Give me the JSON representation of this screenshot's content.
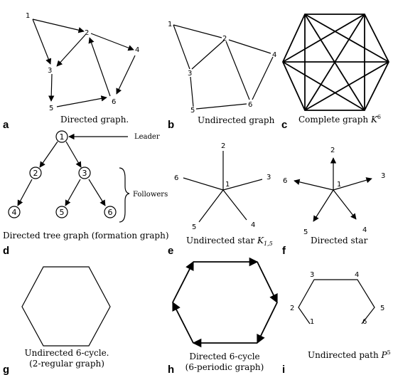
{
  "panels": {
    "a": {
      "letter": "a",
      "caption": "Directed graph.",
      "nodes": [
        "1",
        "2",
        "3",
        "4",
        "5",
        "6"
      ]
    },
    "b": {
      "letter": "b",
      "caption": "Undirected graph",
      "nodes": [
        "1",
        "2",
        "3",
        "4",
        "5",
        "6"
      ]
    },
    "c": {
      "letter": "c",
      "caption_prefix": "Complete graph ",
      "caption_math": "K",
      "caption_sup": "6"
    },
    "d": {
      "letter": "d",
      "caption": "Directed tree graph (formation graph)",
      "leader_label": "Leader",
      "followers_label": "Followers",
      "nodes": [
        "1",
        "2",
        "3",
        "4",
        "5",
        "6"
      ]
    },
    "e": {
      "letter": "e",
      "caption_prefix": "Undirected star ",
      "caption_math": "K",
      "caption_sub": "1,5",
      "nodes": [
        "1",
        "2",
        "3",
        "4",
        "5",
        "6"
      ]
    },
    "f": {
      "letter": "f",
      "caption": "Directed star",
      "nodes": [
        "1",
        "2",
        "3",
        "4",
        "5",
        "6"
      ]
    },
    "g": {
      "letter": "g",
      "caption_line1": "Undirected 6-cycle.",
      "caption_line2": "(2-regular graph)"
    },
    "h": {
      "letter": "h",
      "caption_line1": "Directed 6-cycle",
      "caption_line2": "(6-periodic graph)"
    },
    "i": {
      "letter": "i",
      "caption_prefix": "Undirected path ",
      "caption_math": "P",
      "caption_sup": "5",
      "nodes": [
        "1",
        "2",
        "3",
        "4",
        "5",
        "6"
      ]
    }
  }
}
